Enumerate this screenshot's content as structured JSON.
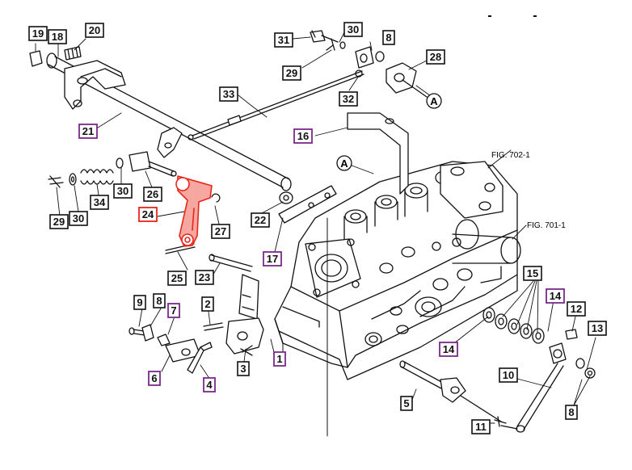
{
  "diagram": {
    "fig_refs": {
      "fig_702": "FIG. 702-1",
      "fig_701": "FIG. 701-1"
    },
    "callout_a": "A",
    "callouts": [
      {
        "id": "c19a",
        "text": "19",
        "style": "box"
      },
      {
        "id": "c18",
        "text": "18",
        "style": "box"
      },
      {
        "id": "c20",
        "text": "20",
        "style": "box"
      },
      {
        "id": "c21",
        "text": "21",
        "style": "purple"
      },
      {
        "id": "c31",
        "text": "31",
        "style": "box"
      },
      {
        "id": "c30a",
        "text": "30",
        "style": "box"
      },
      {
        "id": "c8a",
        "text": "8",
        "style": "box"
      },
      {
        "id": "c28",
        "text": "28",
        "style": "box"
      },
      {
        "id": "c29a",
        "text": "29",
        "style": "box"
      },
      {
        "id": "c32",
        "text": "32",
        "style": "box"
      },
      {
        "id": "c33",
        "text": "33",
        "style": "box"
      },
      {
        "id": "c16",
        "text": "16",
        "style": "purple"
      },
      {
        "id": "c29b",
        "text": "29",
        "style": "box"
      },
      {
        "id": "c30b",
        "text": "30",
        "style": "box"
      },
      {
        "id": "c34",
        "text": "34",
        "style": "box"
      },
      {
        "id": "c30c",
        "text": "30",
        "style": "box"
      },
      {
        "id": "c26",
        "text": "26",
        "style": "box"
      },
      {
        "id": "c24",
        "text": "24",
        "style": "red"
      },
      {
        "id": "c27",
        "text": "27",
        "style": "box"
      },
      {
        "id": "c22",
        "text": "22",
        "style": "box"
      },
      {
        "id": "c17",
        "text": "17",
        "style": "purple"
      },
      {
        "id": "c25",
        "text": "25",
        "style": "box"
      },
      {
        "id": "c23",
        "text": "23",
        "style": "box"
      },
      {
        "id": "c9",
        "text": "9",
        "style": "box"
      },
      {
        "id": "c8b",
        "text": "8",
        "style": "box"
      },
      {
        "id": "c7",
        "text": "7",
        "style": "purple"
      },
      {
        "id": "c2",
        "text": "2",
        "style": "box"
      },
      {
        "id": "c6",
        "text": "6",
        "style": "purple"
      },
      {
        "id": "c4",
        "text": "4",
        "style": "purple"
      },
      {
        "id": "c3",
        "text": "3",
        "style": "box"
      },
      {
        "id": "c1",
        "text": "1",
        "style": "purple"
      },
      {
        "id": "c15",
        "text": "15",
        "style": "box"
      },
      {
        "id": "c14a",
        "text": "14",
        "style": "purple"
      },
      {
        "id": "c14b",
        "text": "14",
        "style": "purple"
      },
      {
        "id": "c12",
        "text": "12",
        "style": "box"
      },
      {
        "id": "c13",
        "text": "13",
        "style": "box"
      },
      {
        "id": "c10",
        "text": "10",
        "style": "box"
      },
      {
        "id": "c5",
        "text": "5",
        "style": "box"
      },
      {
        "id": "c11",
        "text": "11",
        "style": "box"
      },
      {
        "id": "c8c",
        "text": "8",
        "style": "box"
      }
    ],
    "colors": {
      "ink": "#111111",
      "purple": "#7a2a8a",
      "highlight": "#e8261c",
      "highlight_fill": "#f6a8a0"
    }
  }
}
